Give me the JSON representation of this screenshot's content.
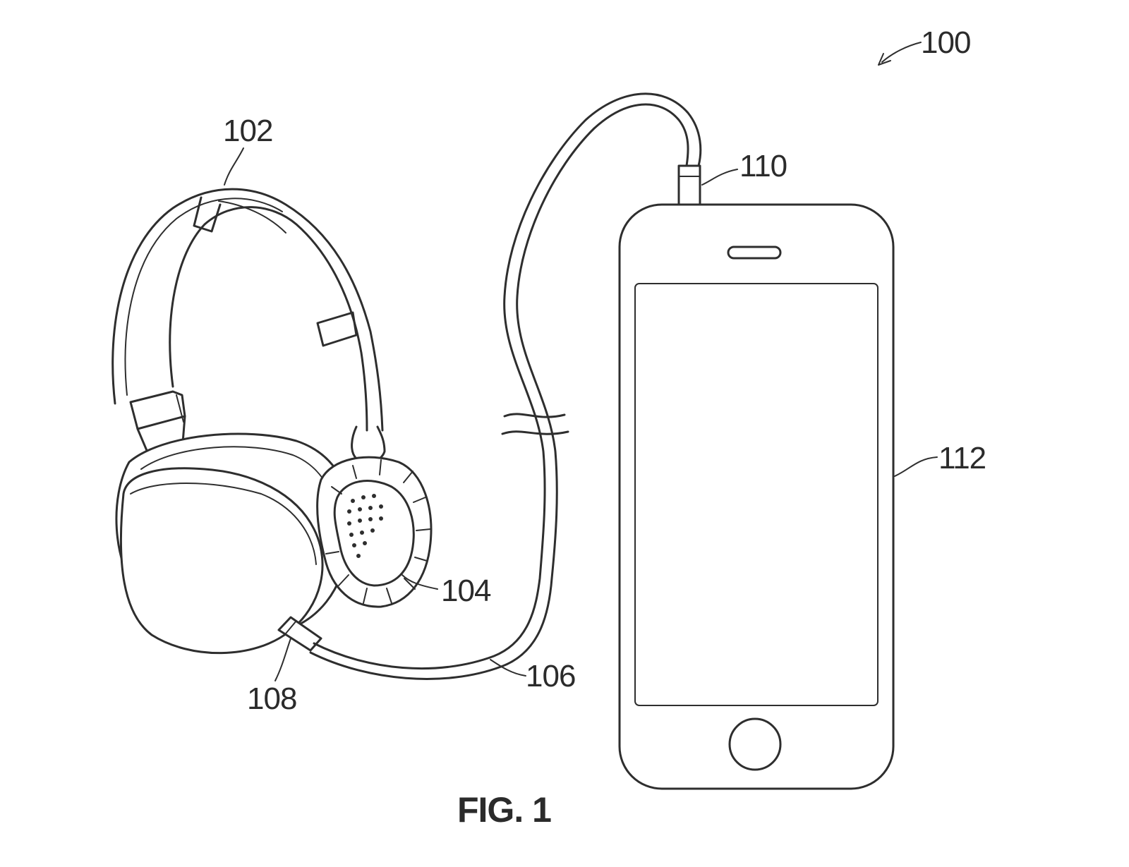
{
  "figure": {
    "caption": "FIG. 1",
    "reference_numerals": {
      "system": "100",
      "headband": "102",
      "ear_cup": "104",
      "cable": "106",
      "cable_connector": "108",
      "audio_plug": "110",
      "device": "112"
    }
  },
  "colors": {
    "background": "#ffffff",
    "line_art": "#2e2e2e"
  }
}
